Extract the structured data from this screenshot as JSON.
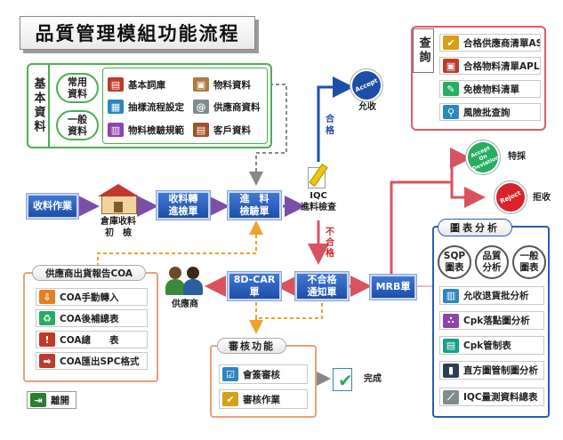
{
  "title": "品質管理模組功能流程",
  "basic": {
    "label": "基本資料",
    "common_label": "常用\n資料",
    "general_label": "一般\n資料",
    "items": {
      "basic_vocab": "基本詞庫",
      "material": "物料資料",
      "sampling": "抽樣流程設定",
      "supplier": "供應商資料",
      "inspection_spec": "物料檢驗規範",
      "customer": "客戶資料"
    }
  },
  "query": {
    "label": "查詢",
    "items": [
      "合格供應商清單ASL",
      "合格物料清單APL",
      "免檢物料清單",
      "風險批查詢"
    ]
  },
  "flow": {
    "receiving": "收料作業",
    "warehouse_label": "倉庫收料\n初　檢",
    "transfer": "收料轉\n進檢單",
    "inspection_order": "進　料\n檢驗單",
    "iqc_label": "IQC\n進料檢查",
    "pass_label": "合格",
    "fail_label": "不合格",
    "accept_label": "允收",
    "accept_seal": "Accept",
    "deviation_seal": "Accept On Deviation",
    "special_label": "特採",
    "reject_seal": "Reject",
    "reject_label": "拒收",
    "mrb": "MRB單",
    "fail_notice": "不合格\n通知單",
    "car": "8D-CAR\n單",
    "supplier_label": "供應商"
  },
  "coa": {
    "title": "供應商出貨報告COA",
    "items": [
      "COA手動轉入",
      "COA後補總表",
      "COA總　　表",
      "COA匯出SPC格式"
    ]
  },
  "review": {
    "title": "審核功能",
    "items": [
      "會簽審核",
      "審核作業"
    ],
    "done_label": "完成"
  },
  "analysis": {
    "title": "圖表分析",
    "circles": [
      "SQP\n圖表",
      "品質\n分析",
      "一般\n圖表"
    ],
    "items": [
      "允收退貨批分析",
      "Cpk落點圖分析",
      "Cpk管制表",
      "直方圖管制圖分析",
      "IQC量測資料總表"
    ]
  },
  "exit_label": "離開",
  "colors": {
    "accent_blue": "#1d4fa8",
    "green_border": "#4caf50",
    "red_border": "#e05a66",
    "orange_dash": "#f0a030",
    "purple_arrow": "#7b4fa8"
  }
}
